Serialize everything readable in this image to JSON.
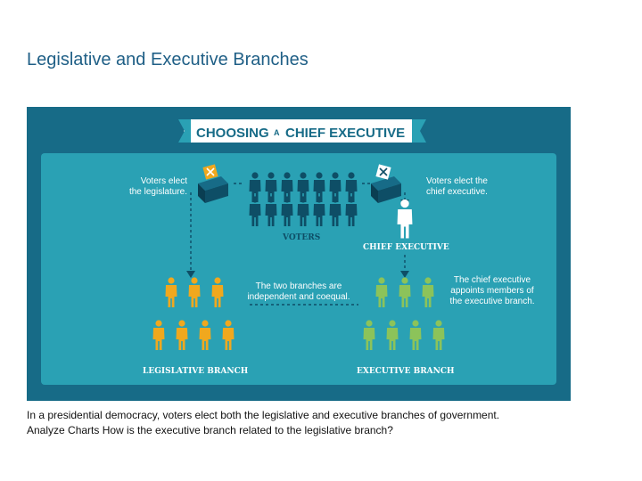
{
  "page": {
    "title": "Legislative and Executive Branches",
    "caption_line1": "In a presidential democracy, voters elect both the legislative and executive branches of government.",
    "caption_line2": "Analyze Charts How is the executive branch related to the legislative branch?"
  },
  "diagram": {
    "banner_left": "CHOOSING",
    "banner_mid": "A",
    "banner_right": "CHIEF EXECUTIVE",
    "voters_elect_legislature_1": "Voters elect",
    "voters_elect_legislature_2": "the legislature.",
    "voters_elect_chief_1": "Voters elect the",
    "voters_elect_chief_2": "chief executive.",
    "voters_label": "VOTERS",
    "chief_executive_label": "CHIEF EXECUTIVE",
    "two_branches_1": "The two branches are",
    "two_branches_2": "independent and coequal.",
    "appoints_1": "The chief executive",
    "appoints_2": "appoints members of",
    "appoints_3": "the executive branch.",
    "legislative_label": "LEGISLATIVE BRANCH",
    "executive_label": "EXECUTIVE BRANCH",
    "colors": {
      "outer_bg": "#176b87",
      "panel_bg": "#2aa1b4",
      "voter": "#0e4e66",
      "legislator": "#f0a81e",
      "executive": "#8cc35a",
      "chief": "#ffffff",
      "ballot_box": "#0e4e66",
      "ballot_mark": "#f0a81e"
    }
  }
}
